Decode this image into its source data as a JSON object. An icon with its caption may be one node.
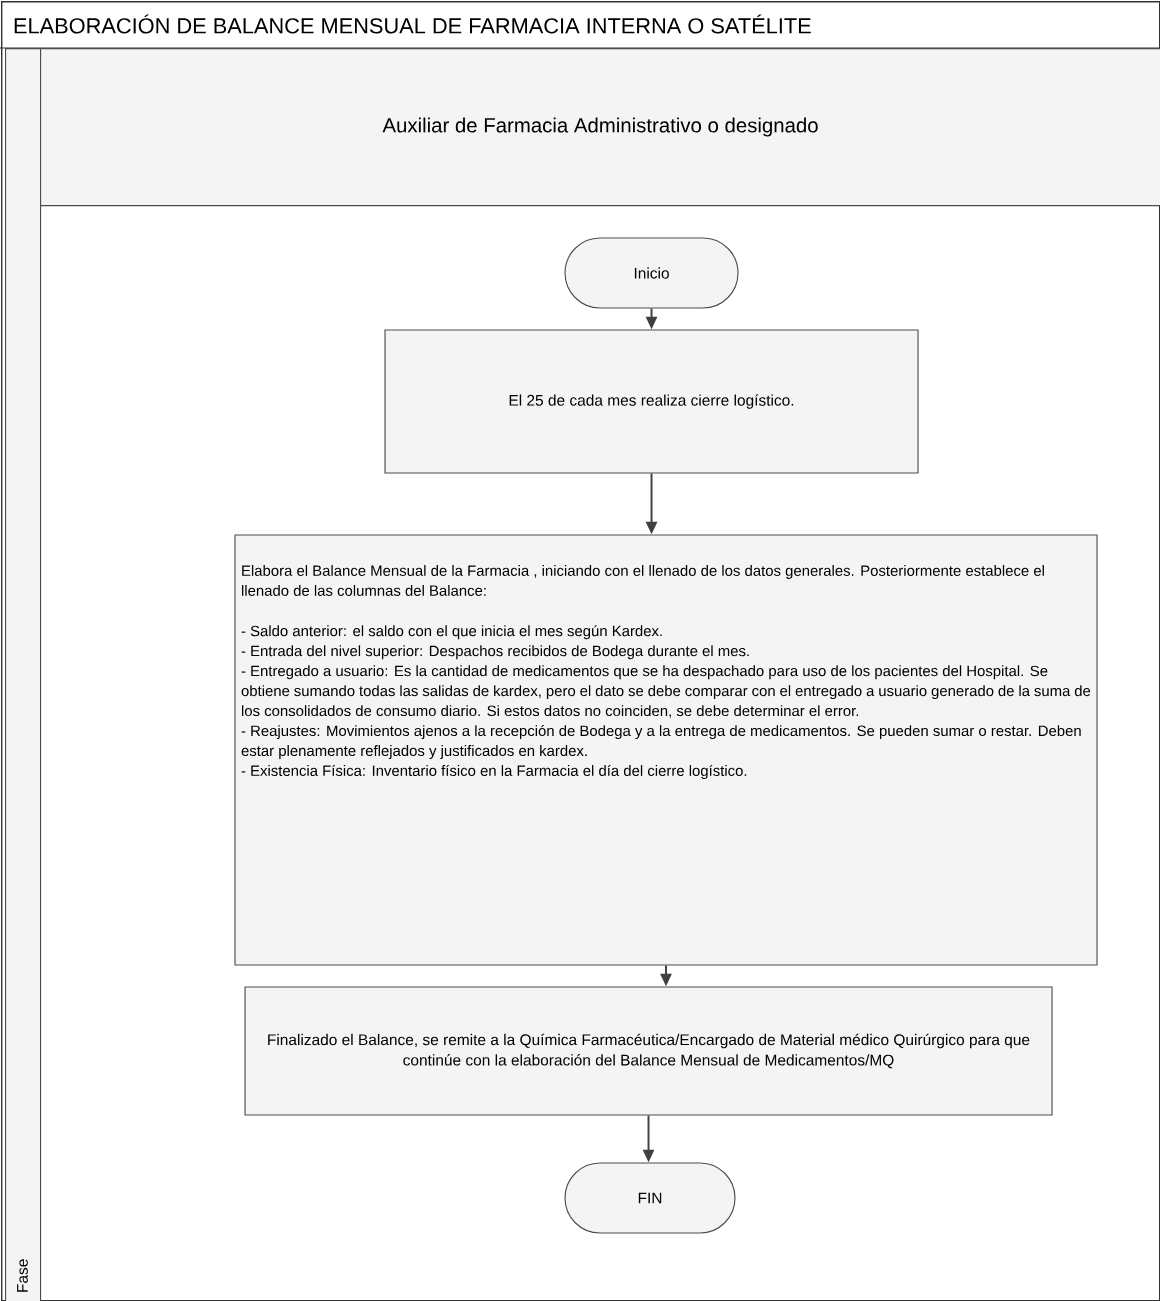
{
  "diagram": {
    "nodes": [
      {
        "text": [
          "ELABORACIÓN DE BALANCE MENSUAL DE FARMACIA INTERNA O SATÉLITE"
        ]
      },
      {
        "text": [
          "Fase"
        ],
        "in": 0
      },
      {
        "text": [
          "Auxiliar de Farmacia Administrativo o designado"
        ],
        "in": 0
      },
      {
        "text": [
          "Inicio"
        ],
        "in": 0
      },
      {
        "text": [
          "El 25 de cada mes realiza cierre logístico."
        ],
        "in": 0
      },
      {
        "text": [
          "Elabora el Balance Mensual de la Farmacia , iniciando con el llenado de los datos generales. Posteriormente establece el llenado de las columnas del Balance:",
          "- Saldo anterior: el saldo con el que inicia el mes según Kardex.",
          "- Entrada del nivel superior: Despachos recibidos de Bodega durante el mes.",
          "- Entregado a usuario: Es la cantidad de medicamentos que se ha despachado para uso de los pacientes del Hospital. Se obtiene sumando todas las salidas de kardex, pero el dato se debe comparar con el entregado a usuario generado de la suma de los consolidados de consumo diario. Si estos datos no coinciden, se debe determinar el error.",
          "- Reajustes: Movimientos ajenos a la recepción de Bodega y a la entrega de medicamentos. Se pueden sumar o restar. Deben estar plenamente reflejados y justificados en kardex.",
          "- Existencia Física: Inventario físico en la Farmacia el día del cierre logístico."
        ],
        "in": 0
      },
      {
        "text": [
          "Finalizado el Balance, se remite a la Química Farmacéutica/Encargado de Material médico Quirúrgico para que continúe con la elaboración del Balance Mensual de Medicamentos/MQ"
        ],
        "in": 0
      },
      {
        "text": [
          "FIN"
        ],
        "in": 0
      }
    ],
    "edges": [
      {
        "from": 3,
        "to": 4,
        "arrow": "to"
      },
      {
        "from": 4,
        "to": 5,
        "arrow": "to"
      },
      {
        "from": 5,
        "to": 6,
        "arrow": "to"
      },
      {
        "from": 6,
        "to": 7,
        "arrow": "to"
      }
    ]
  }
}
